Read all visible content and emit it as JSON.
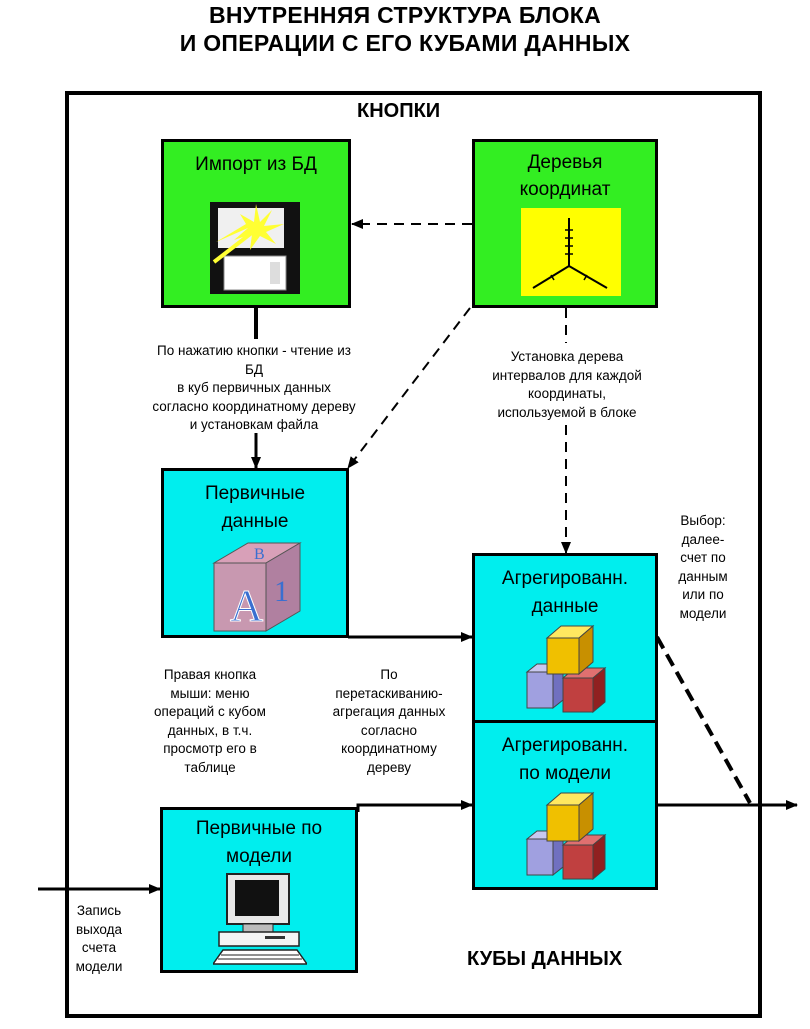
{
  "title": {
    "line1": "ВНУТРЕННЯЯ СТРУКТУРА БЛОКА",
    "line2": "И ОПЕРАЦИИ С ЕГО КУБАМИ ДАННЫХ"
  },
  "sections": {
    "buttons": "КНОПКИ",
    "cubes": "КУБЫ ДАННЫХ"
  },
  "boxes": {
    "import": {
      "line1": "Импорт из БД",
      "icon": "floppy-disk-icon"
    },
    "trees": {
      "line1": "Деревья",
      "line2": "координат",
      "icon": "coordinate-tree-icon"
    },
    "primary": {
      "line1": "Первичные",
      "line2": "данные",
      "icon": "alphabet-block-icon"
    },
    "aggregated": {
      "line1": "Агрегированн.",
      "line2": "данные",
      "icon": "cubes-icon"
    },
    "aggregated_model": {
      "line1": "Агрегированн.",
      "line2": "по модели",
      "icon": "cubes-icon"
    },
    "primary_model": {
      "line1": "Первичные по",
      "line2": "модели",
      "icon": "computer-icon"
    }
  },
  "notes": {
    "import_read": [
      "По нажатию кнопки - чтение из",
      "БД",
      "в куб первичных данных",
      "согласно координатному дереву",
      "и установкам файла"
    ],
    "tree_setup": [
      "Установка дерева",
      "интервалов для каждой",
      "координаты,",
      "используемой в блоке"
    ],
    "choice": [
      "Выбор:",
      "далее-",
      "счет по",
      "данным",
      "или по",
      "модели"
    ],
    "right_click": [
      "Правая кнопка",
      "мыши: меню",
      "операций с кубом",
      "данных, в т.ч.",
      "просмотр его в",
      "таблице"
    ],
    "drag": [
      "По",
      "перетаскиванию-",
      "агрегация данных",
      "согласно",
      "координатному",
      "дереву"
    ],
    "write_output": [
      "Запись",
      "выхода",
      "счета",
      "модели"
    ]
  },
  "colors": {
    "button_box": "#33ee22",
    "cube_box": "#00eeee",
    "icon_bg": "#ffff00"
  }
}
